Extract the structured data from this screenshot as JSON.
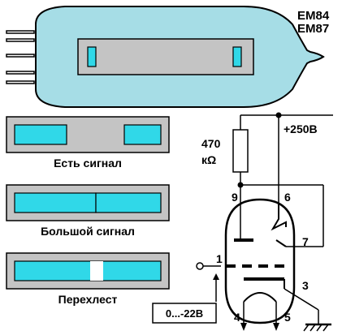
{
  "tube": {
    "model_1": "EM84",
    "model_2": "EM87"
  },
  "indicators": [
    {
      "caption": "Есть сигнал"
    },
    {
      "caption": "Большой сигнал"
    },
    {
      "caption": "Перехлест"
    }
  ],
  "circuit": {
    "supply": "+250В",
    "resistor_value": "470",
    "resistor_unit": "кΩ",
    "pins": {
      "p9": "9",
      "p6": "6",
      "p7": "7",
      "p1": "1",
      "p3": "3",
      "p4": "4",
      "p5": "5"
    },
    "input_range": "0...-22В"
  },
  "colors": {
    "glass": "#a6dde6",
    "glow": "#30d8e8",
    "housing": "#c4c4c4",
    "outline": "#000000"
  }
}
